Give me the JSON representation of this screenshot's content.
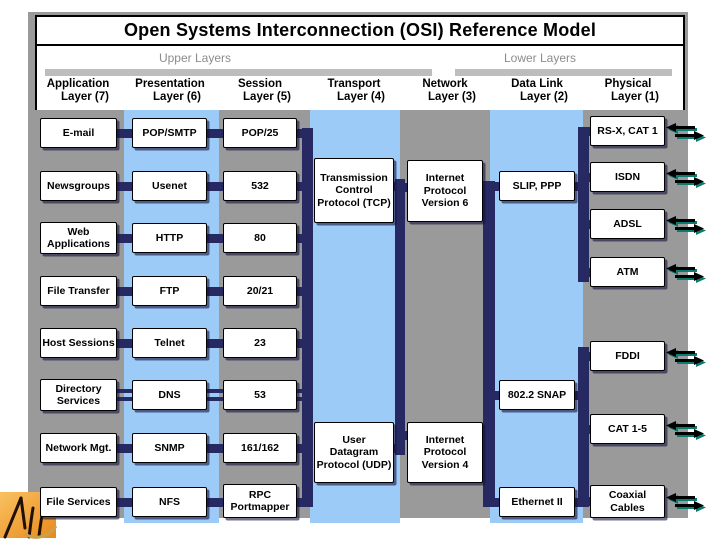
{
  "title": "Open Systems Interconnection (OSI) Reference Model",
  "groups": {
    "upper": "Upper Layers",
    "lower": "Lower Layers"
  },
  "columns": [
    {
      "name": "Application",
      "layer": "Layer (7)",
      "boxes": [
        "E-mail",
        "Newsgroups",
        "Web\nApplications",
        "File Transfer",
        "Host Sessions",
        "Directory\nServices",
        "Network Mgt.",
        "File Services"
      ]
    },
    {
      "name": "Presentation",
      "layer": "Layer (6)",
      "boxes": [
        "POP/SMTP",
        "Usenet",
        "HTTP",
        "FTP",
        "Telnet",
        "DNS",
        "SNMP",
        "NFS"
      ]
    },
    {
      "name": "Session",
      "layer": "Layer (5)",
      "boxes": [
        "POP/25",
        "532",
        "80",
        "20/21",
        "23",
        "53",
        "161/162",
        "RPC\nPortmapper"
      ]
    },
    {
      "name": "Transport",
      "layer": "Layer (4)",
      "boxes": [
        "Transmission\nControl\nProtocol (TCP)",
        "User\nDatagram\nProtocol (UDP)"
      ]
    },
    {
      "name": "Network",
      "layer": "Layer (3)",
      "boxes": [
        "Internet\nProtocol\nVersion 6",
        "Internet\nProtocol\nVersion 4"
      ]
    },
    {
      "name": "Data Link",
      "layer": "Layer (2)",
      "boxes": [
        "SLIP, PPP",
        "802.2 SNAP",
        "Ethernet II"
      ]
    },
    {
      "name": "Physical",
      "layer": "Layer (1)",
      "boxes": [
        "RS-X, CAT 1",
        "ISDN",
        "ADSL",
        "ATM",
        "FDDI",
        "CAT 1-5",
        "Coaxial\nCables"
      ]
    }
  ],
  "colors": {
    "connector_navy": "#272a62",
    "band_blue": "#9dcbf7",
    "band_gray": "#9a9a9a",
    "arrow_teal": "#0c7b70",
    "header_bar_gray": "#bdbdbd",
    "group_label_gray": "#8c8c8c",
    "logo_orange": "#f09a2e"
  }
}
